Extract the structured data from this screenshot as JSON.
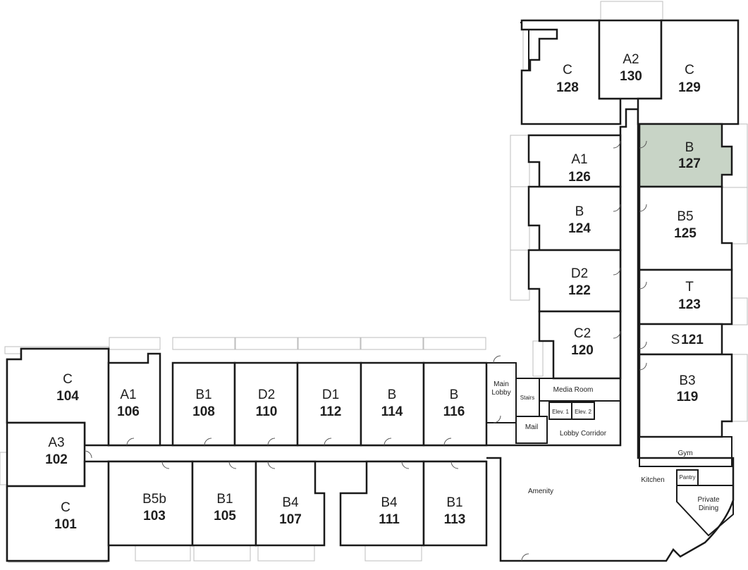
{
  "units": [
    {
      "id": "128",
      "type": "C",
      "number": "128"
    },
    {
      "id": "130",
      "type": "A2",
      "number": "130"
    },
    {
      "id": "129",
      "type": "C",
      "number": "129"
    },
    {
      "id": "126",
      "type": "A1",
      "number": "126"
    },
    {
      "id": "127",
      "type": "B",
      "number": "127",
      "selected": true
    },
    {
      "id": "124",
      "type": "B",
      "number": "124"
    },
    {
      "id": "125",
      "type": "B5",
      "number": "125"
    },
    {
      "id": "122",
      "type": "D2",
      "number": "122"
    },
    {
      "id": "123",
      "type": "T",
      "number": "123"
    },
    {
      "id": "120",
      "type": "C2",
      "number": "120"
    },
    {
      "id": "121",
      "type": "S",
      "number": "121"
    },
    {
      "id": "119",
      "type": "B3",
      "number": "119"
    },
    {
      "id": "104",
      "type": "C",
      "number": "104"
    },
    {
      "id": "106",
      "type": "A1",
      "number": "106"
    },
    {
      "id": "108",
      "type": "B1",
      "number": "108"
    },
    {
      "id": "110",
      "type": "D2",
      "number": "110"
    },
    {
      "id": "112",
      "type": "D1",
      "number": "112"
    },
    {
      "id": "114",
      "type": "B",
      "number": "114"
    },
    {
      "id": "116",
      "type": "B",
      "number": "116"
    },
    {
      "id": "102",
      "type": "A3",
      "number": "102"
    },
    {
      "id": "101",
      "type": "C",
      "number": "101"
    },
    {
      "id": "103",
      "type": "B5b",
      "number": "103"
    },
    {
      "id": "105",
      "type": "B1",
      "number": "105"
    },
    {
      "id": "107",
      "type": "B4",
      "number": "107"
    },
    {
      "id": "111",
      "type": "B4",
      "number": "111"
    },
    {
      "id": "113",
      "type": "B1",
      "number": "113"
    }
  ],
  "rooms": {
    "main_lobby_line1": "Main",
    "main_lobby_line2": "Lobby",
    "stairs": "Stairs",
    "media_room": "Media Room",
    "elev1": "Elev. 1",
    "elev2": "Elev. 2",
    "mail": "Mail",
    "lobby_corridor": "Lobby Corridor",
    "gym": "Gym",
    "amenity": "Amenity",
    "kitchen": "Kitchen",
    "pantry": "Pantry",
    "private_dining_line1": "Private",
    "private_dining_line2": "Dining"
  },
  "colors": {
    "selected_unit": "#c8d4c6",
    "wall": "#1a1a1a",
    "balcony": "#bdbdbd"
  }
}
